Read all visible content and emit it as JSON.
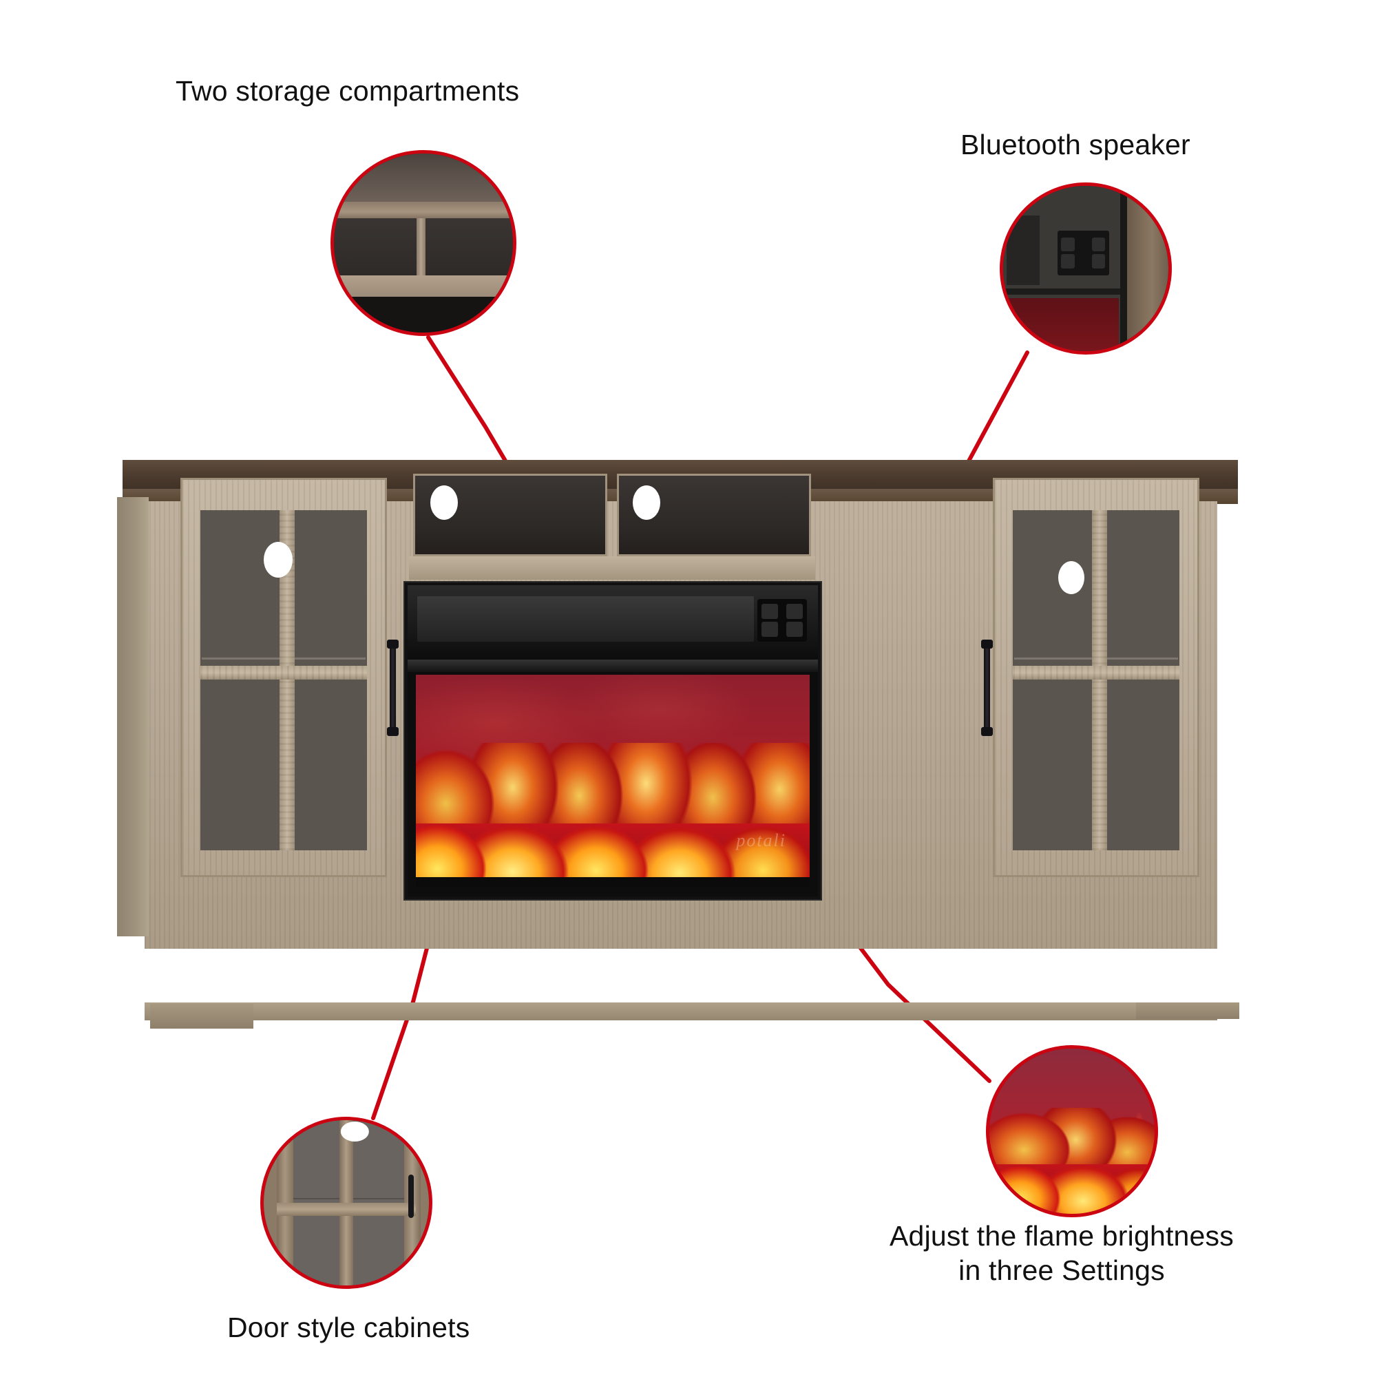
{
  "page": {
    "background_color": "#ffffff",
    "accent_color": "#CC0311",
    "text_color": "#111111",
    "product_name": "Electric fireplace TV stand"
  },
  "callouts": [
    {
      "id": "storage",
      "label": "Two storage compartments",
      "bubble_name": "callout-bubble-storage",
      "detail": "open two-bay storage cubby with center divider",
      "line_color": "#CC0311"
    },
    {
      "id": "bluetooth",
      "label": "Bluetooth speaker",
      "bubble_name": "callout-bubble-bluetooth",
      "detail": "black control panel with four touch buttons",
      "line_color": "#CC0311"
    },
    {
      "id": "door",
      "label": "Door style cabinets",
      "bubble_name": "callout-bubble-door",
      "detail": "glass pane door with wood mullion cross and black bar handle",
      "line_color": "#CC0311"
    },
    {
      "id": "flame",
      "label": "Adjust the flame brightness\nin three Settings",
      "bubble_name": "callout-bubble-flame",
      "detail": "red and orange ember bed with glowing logs",
      "line_color": "#CC0311"
    }
  ],
  "product": {
    "top_color": "#4a3a2d",
    "body_color": "#b3a491",
    "fireplace": {
      "frame_color": "#0d0d0d",
      "flame_colors": [
        "#b8161c",
        "#e2621c",
        "#ffe85f"
      ],
      "watermark": "potali",
      "control_panel": {
        "name": "fireplace-control-panel",
        "buttons": [
          "power-button",
          "timer-button",
          "flame-button",
          "heat-button"
        ]
      }
    },
    "cabinets": [
      {
        "name": "left-cabinet-door",
        "panes": 4,
        "handle": "black-bar-handle"
      },
      {
        "name": "right-cabinet-door",
        "panes": 4,
        "handle": "black-bar-handle"
      }
    ],
    "cubbies": [
      {
        "name": "left-storage-cubby"
      },
      {
        "name": "right-storage-cubby"
      }
    ]
  }
}
